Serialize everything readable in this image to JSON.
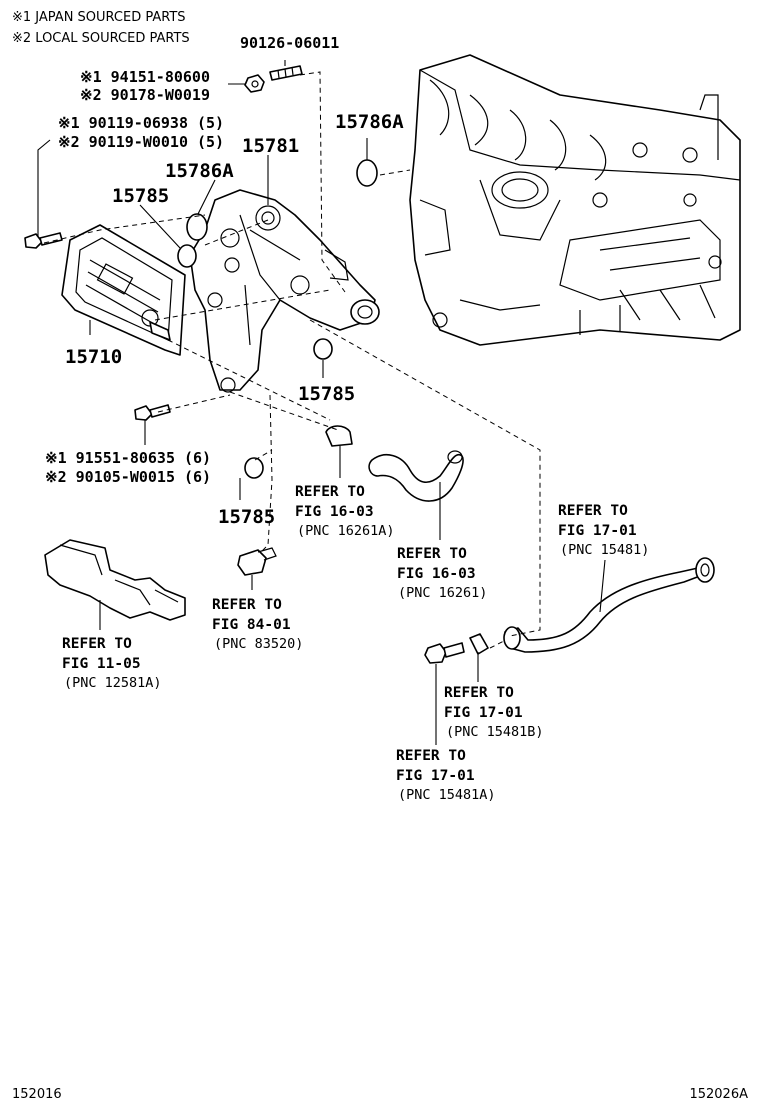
{
  "notes": [
    "※1 JAPAN SOURCED PARTS",
    "※2 LOCAL SOURCED PARTS"
  ],
  "parts": {
    "p90126": "90126-06011",
    "p94151": "※1 94151-80600",
    "p90178": "※2 90178-W0019",
    "p90119a": "※1 90119-06938 (5)",
    "p90119b": "※2 90119-W0010 (5)",
    "p15781": "15781",
    "p15786a_left": "15786A",
    "p15786a_right": "15786A",
    "p15785_left": "15785",
    "p15785_mid": "15785",
    "p15785_low": "15785",
    "p15710": "15710",
    "p91551": "※1 91551-80635 (6)",
    "p90105": "※2 90105-W0015 (6)"
  },
  "refs": [
    {
      "line1": "REFER TO",
      "line2": "FIG 16-03",
      "pnc": "(PNC 16261A)"
    },
    {
      "line1": "REFER TO",
      "line2": "FIG 16-03",
      "pnc": "(PNC 16261)"
    },
    {
      "line1": "REFER TO",
      "line2": "FIG 17-01",
      "pnc": "(PNC 15481)"
    },
    {
      "line1": "REFER TO",
      "line2": "FIG 84-01",
      "pnc": "(PNC 83520)"
    },
    {
      "line1": "REFER TO",
      "line2": "FIG 11-05",
      "pnc": "(PNC 12581A)"
    },
    {
      "line1": "REFER TO",
      "line2": "FIG 17-01",
      "pnc": "(PNC 15481B)"
    },
    {
      "line1": "REFER TO",
      "line2": "FIG 17-01",
      "pnc": "(PNC 15481A)"
    }
  ],
  "footer": {
    "left_code": "152016",
    "right_code": "152026A"
  }
}
